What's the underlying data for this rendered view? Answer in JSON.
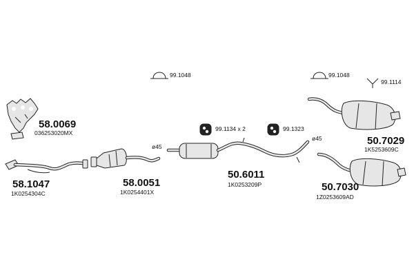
{
  "parts": [
    {
      "number": "58.0069",
      "ref": "036253020MX"
    },
    {
      "number": "58.1047",
      "ref": "1K0254304C"
    },
    {
      "number": "58.0051",
      "ref": "1K0254401X"
    },
    {
      "number": "50.6011",
      "ref": "1K0253209P"
    },
    {
      "number": "50.7029",
      "ref": "1K5253609C"
    },
    {
      "number": "50.7030",
      "ref": "1Z0253609AD"
    }
  ],
  "accessories": [
    {
      "code": "99.1048"
    },
    {
      "code": "99.1048"
    },
    {
      "code": "99.1114"
    },
    {
      "code": "99.1134 x 2"
    },
    {
      "code": "99.1323"
    }
  ],
  "diameters": [
    "ø45",
    "ø45"
  ]
}
